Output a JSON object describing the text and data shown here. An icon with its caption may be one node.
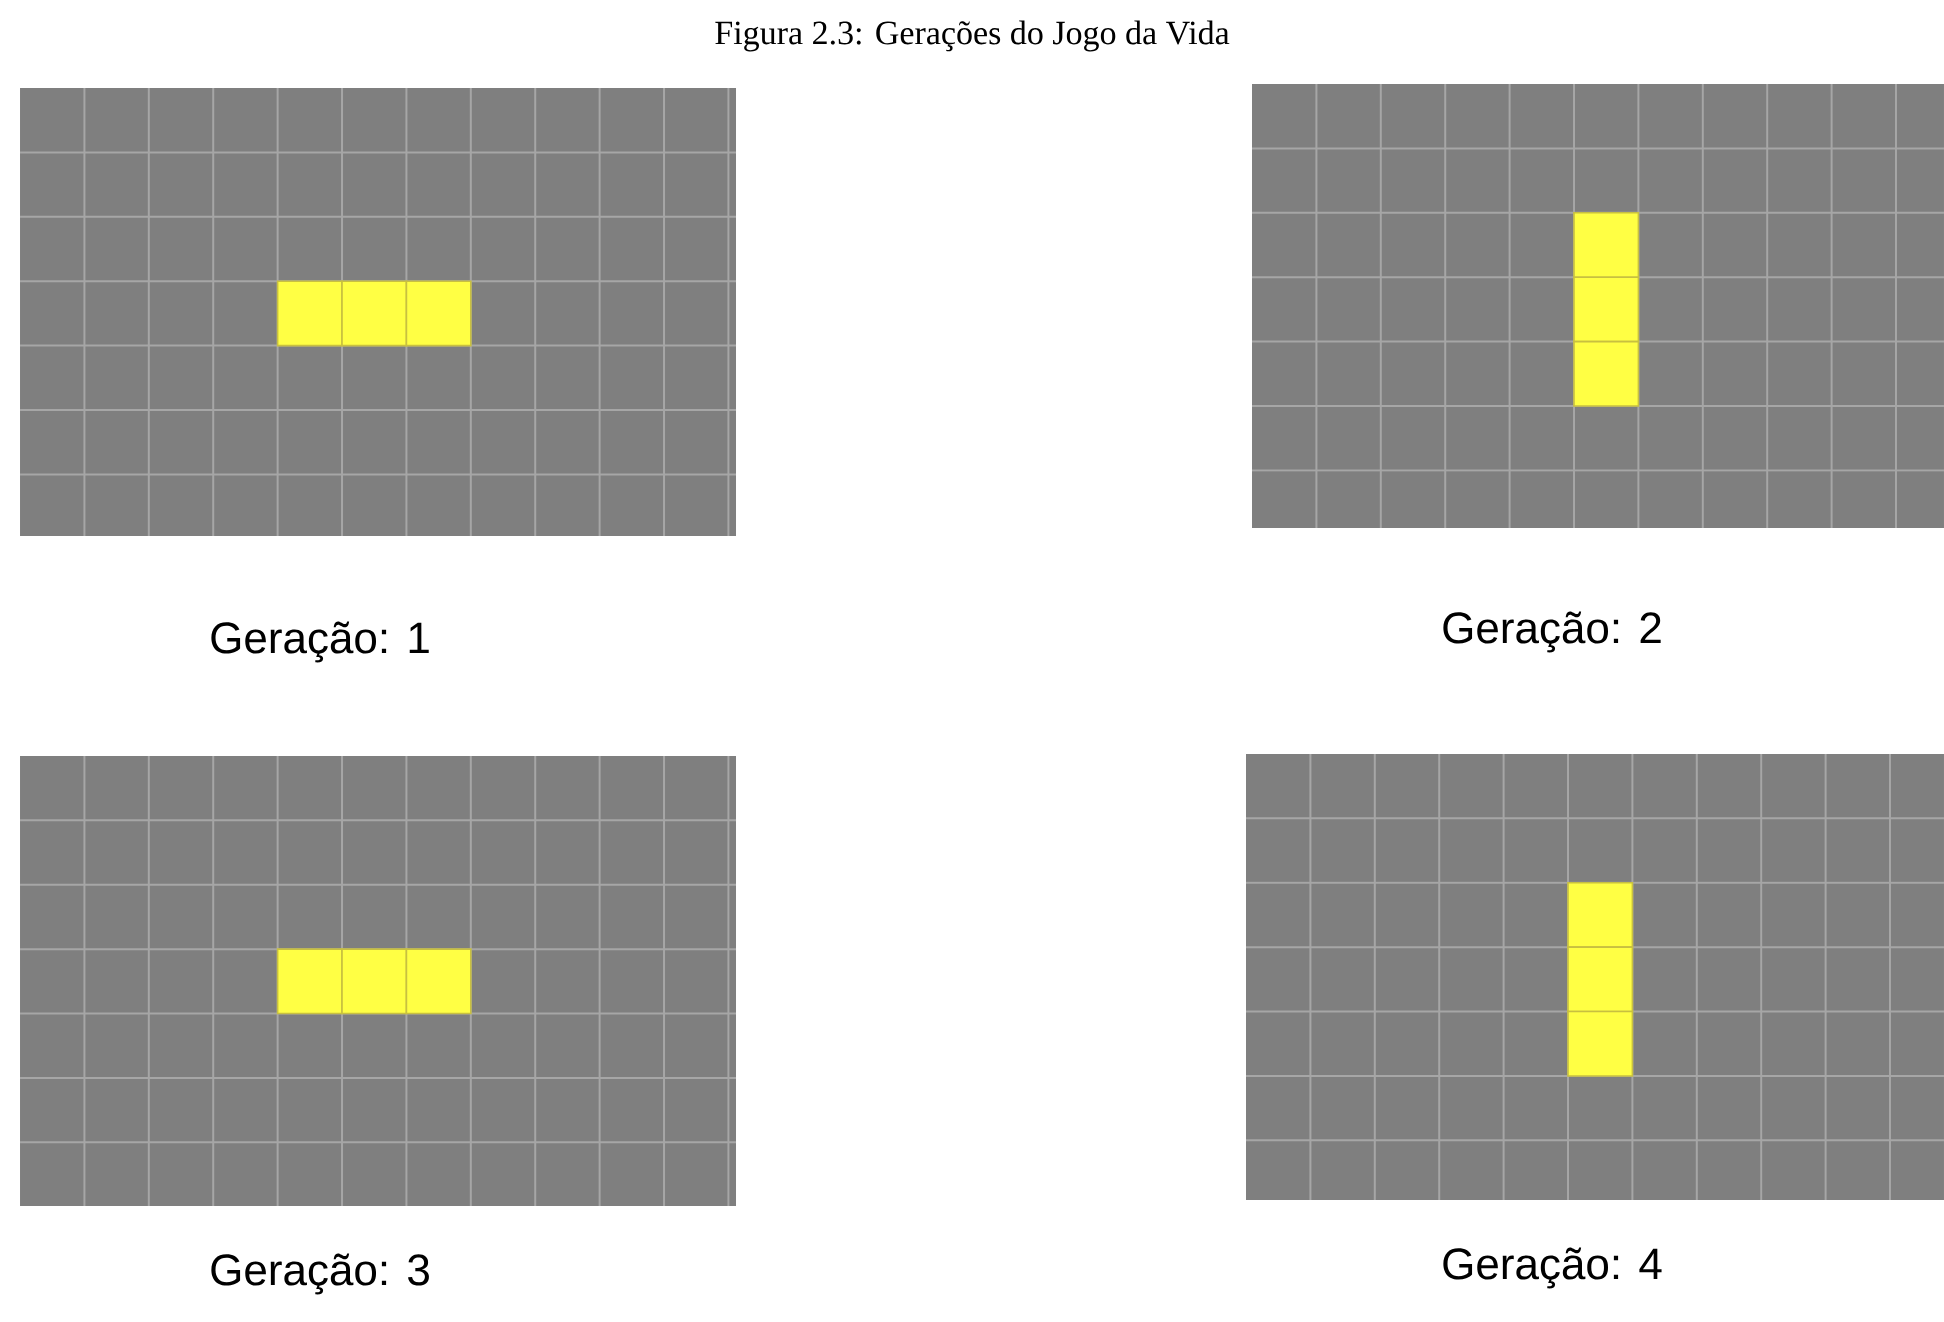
{
  "diagram": {
    "title": "Figura 2.3: Gerações do Jogo da Vida",
    "labels": [
      "Geração: 1",
      "Geração: 2",
      "Geração: 3",
      "Geração: 4"
    ]
  }
}
